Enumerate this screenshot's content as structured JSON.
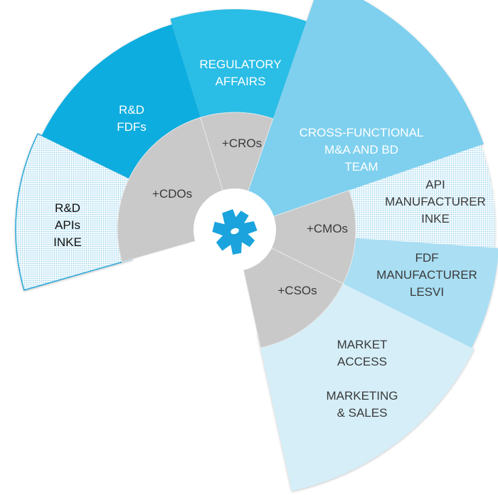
{
  "segments": {
    "rd_apis": {
      "lines": [
        "R&D",
        "APIs",
        "INKE"
      ],
      "color": "#e3f3fa"
    },
    "rd_fdfs": {
      "lines": [
        "R&D",
        "FDFs"
      ],
      "color": "#0eaddf"
    },
    "regulatory": {
      "lines": [
        "REGULATORY",
        "AFFAIRS"
      ],
      "color": "#2bbde6"
    },
    "cross_functional": {
      "lines": [
        "CROSS-FUNCTIONAL",
        "M&A AND BD",
        "TEAM"
      ],
      "color": "#7ed0ee"
    },
    "api_manufacturer": {
      "lines": [
        "API",
        "MANUFACTURER",
        "INKE"
      ],
      "color": "#eef7fb"
    },
    "fdf_manufacturer": {
      "lines": [
        "FDF",
        "MANUFACTURER",
        "LESVI"
      ],
      "color": "#a9def3"
    },
    "market": {
      "lines": [
        "MARKET",
        "ACCESS",
        "",
        "MARKETING",
        "& SALES"
      ],
      "color": "#d5eef8"
    }
  },
  "inner": {
    "cdos": "+CDOs",
    "cros": "+CROs",
    "cmos": "+CMOs",
    "csos": "+CSOs",
    "color": "#c9c9c9"
  },
  "center": {
    "icon": "gear-icon",
    "color": "#1aa3dc"
  }
}
